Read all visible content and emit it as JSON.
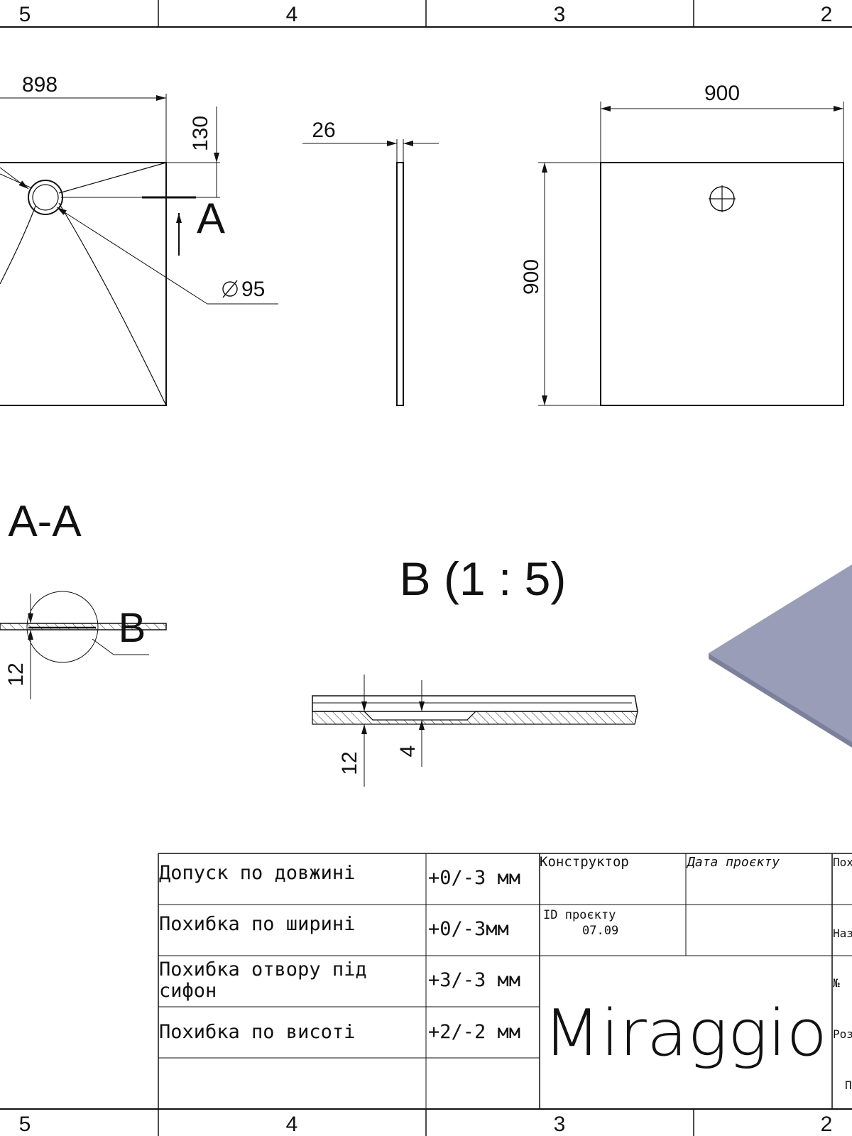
{
  "frame": {
    "zones_top": [
      "5",
      "4",
      "3",
      "2"
    ],
    "zones_bottom": [
      "5",
      "4",
      "3",
      "2"
    ]
  },
  "top_view": {
    "width_dim": "898",
    "drain_offset_dim": "130",
    "drain_diameter_dim": "95",
    "section_marker": "A"
  },
  "side_view": {
    "thickness_dim": "26"
  },
  "bottom_view": {
    "width_dim": "900",
    "height_dim": "900"
  },
  "section_view": {
    "title": "A-A",
    "detail_marker": "B",
    "thickness_dim": "12"
  },
  "detail_view": {
    "title": "B (1 : 5)",
    "thickness_dim": "12",
    "recess_dim": "4"
  },
  "render_view": {
    "color": "#9a9db8"
  },
  "tolerance_table": {
    "rows": [
      {
        "label": "Допуск по довжині",
        "value": "+0/-3 мм"
      },
      {
        "label": "Похибка по ширині",
        "value": "+0/-3мм"
      },
      {
        "label": "Похибка отвору під",
        "label2": "сифон",
        "value": "+3/-3 мм"
      },
      {
        "label": "Похибка по висоті",
        "value": "+2/-2 мм"
      }
    ]
  },
  "title_block": {
    "designer_label": "Конструктор",
    "project_date_label": "Дата проєкту",
    "project_id_label": "ID проєкту",
    "project_id_value": "07.09",
    "brand": "Miraggio",
    "right_col": [
      "Пох",
      "Наз",
      "№",
      "Роз",
      "П"
    ]
  }
}
